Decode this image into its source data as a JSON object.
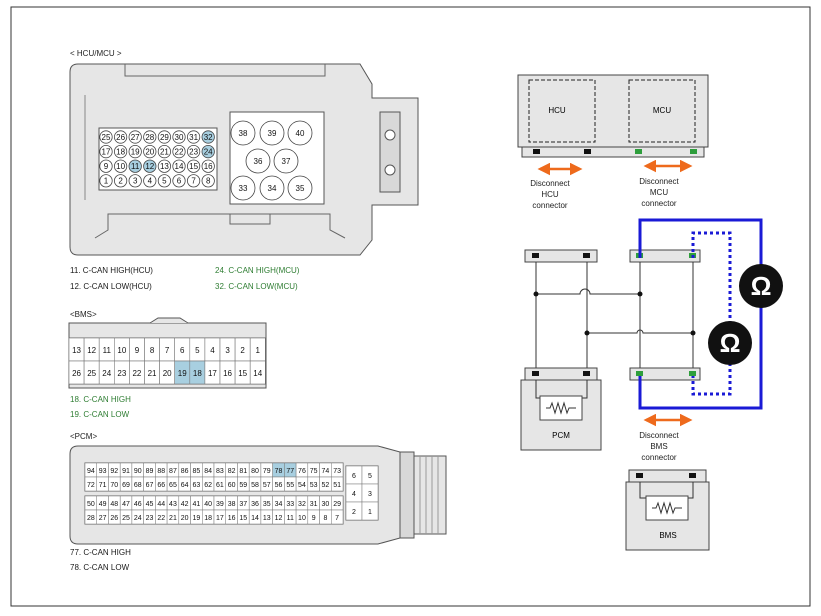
{
  "hcu_mcu": {
    "title": "< HCU/MCU        >",
    "small_rows": [
      [
        "25",
        "26",
        "27",
        "28",
        "29",
        "30",
        "31",
        "32"
      ],
      [
        "17",
        "18",
        "19",
        "20",
        "21",
        "22",
        "23",
        "24"
      ],
      [
        "9",
        "10",
        "11",
        "12",
        "13",
        "14",
        "15",
        "16"
      ],
      [
        "1",
        "2",
        "3",
        "4",
        "5",
        "6",
        "7",
        "8"
      ]
    ],
    "highlight_pins": [
      "32",
      "24",
      "11",
      "12"
    ],
    "large_pins": [
      "38",
      "39",
      "40",
      "36",
      "37",
      "33",
      "34",
      "35"
    ],
    "notes": [
      {
        "text": "11.   C-CAN HIGH(HCU)",
        "color": "#1a1a1a"
      },
      {
        "text": "12. C-CAN LOW(HCU)",
        "color": "#1a1a1a"
      },
      {
        "text": "24.    C-CAN HIGH(MCU)",
        "color": "#2e7d32"
      },
      {
        "text": "32. C-CAN LOW(MCU)",
        "color": "#2e7d32"
      }
    ]
  },
  "bms": {
    "title": "<BMS>",
    "row_top": [
      "13",
      "12",
      "11",
      "10",
      "9",
      "8",
      "7",
      "6",
      "5",
      "4",
      "3",
      "2",
      "1"
    ],
    "row_bottom": [
      "26",
      "25",
      "24",
      "23",
      "22",
      "21",
      "20",
      "19",
      "18",
      "17",
      "16",
      "15",
      "14"
    ],
    "highlight_pins": [
      "19",
      "18"
    ],
    "notes": [
      {
        "text": "18.     C-CAN HIGH",
        "color": "#2e7d32"
      },
      {
        "text": "19. C-CAN LOW",
        "color": "#2e7d32"
      }
    ]
  },
  "pcm": {
    "title": "<PCM>",
    "rows": [
      [
        "94",
        "93",
        "92",
        "91",
        "90",
        "89",
        "88",
        "87",
        "86",
        "85",
        "84",
        "83",
        "82",
        "81",
        "80",
        "79",
        "78",
        "77",
        "76",
        "75",
        "74",
        "73"
      ],
      [
        "72",
        "71",
        "70",
        "69",
        "68",
        "67",
        "66",
        "65",
        "64",
        "63",
        "62",
        "61",
        "60",
        "59",
        "58",
        "57",
        "56",
        "55",
        "54",
        "53",
        "52",
        "51"
      ],
      [
        "50",
        "49",
        "48",
        "47",
        "46",
        "45",
        "44",
        "43",
        "42",
        "41",
        "40",
        "39",
        "38",
        "37",
        "36",
        "35",
        "34",
        "33",
        "32",
        "31",
        "30",
        "29"
      ],
      [
        "28",
        "27",
        "26",
        "25",
        "24",
        "23",
        "22",
        "21",
        "20",
        "19",
        "18",
        "17",
        "16",
        "15",
        "14",
        "13",
        "12",
        "11",
        "10",
        "9",
        "8",
        "7"
      ]
    ],
    "side_pins": [
      "6",
      "5",
      "4",
      "3",
      "2",
      "1"
    ],
    "highlight_pins": [
      "78",
      "77"
    ],
    "notes": [
      {
        "text": "77.    C-CAN HIGH",
        "color": "#1a1a1a"
      },
      {
        "text": "78. C-CAN LOW",
        "color": "#1a1a1a"
      }
    ]
  },
  "circuit": {
    "hcu_label": "HCU",
    "mcu_label": "MCU",
    "disc_hcu": [
      "Disconnect",
      "HCU",
      "connector"
    ],
    "disc_mcu": [
      "Disconnect",
      "MCU",
      "connector"
    ],
    "disc_bms": [
      "Disconnect",
      "BMS",
      "connector"
    ],
    "pcm_label": "PCM",
    "bms_label": "BMS",
    "ohm_symbol": "Ω"
  },
  "colors": {
    "highlight": "#a8cfe0",
    "blue_wire": "#1a1ad6",
    "green_pin": "#2e9e3c",
    "orange_arrow": "#ee6a1c",
    "connector_fill": "#e6e6e6"
  }
}
